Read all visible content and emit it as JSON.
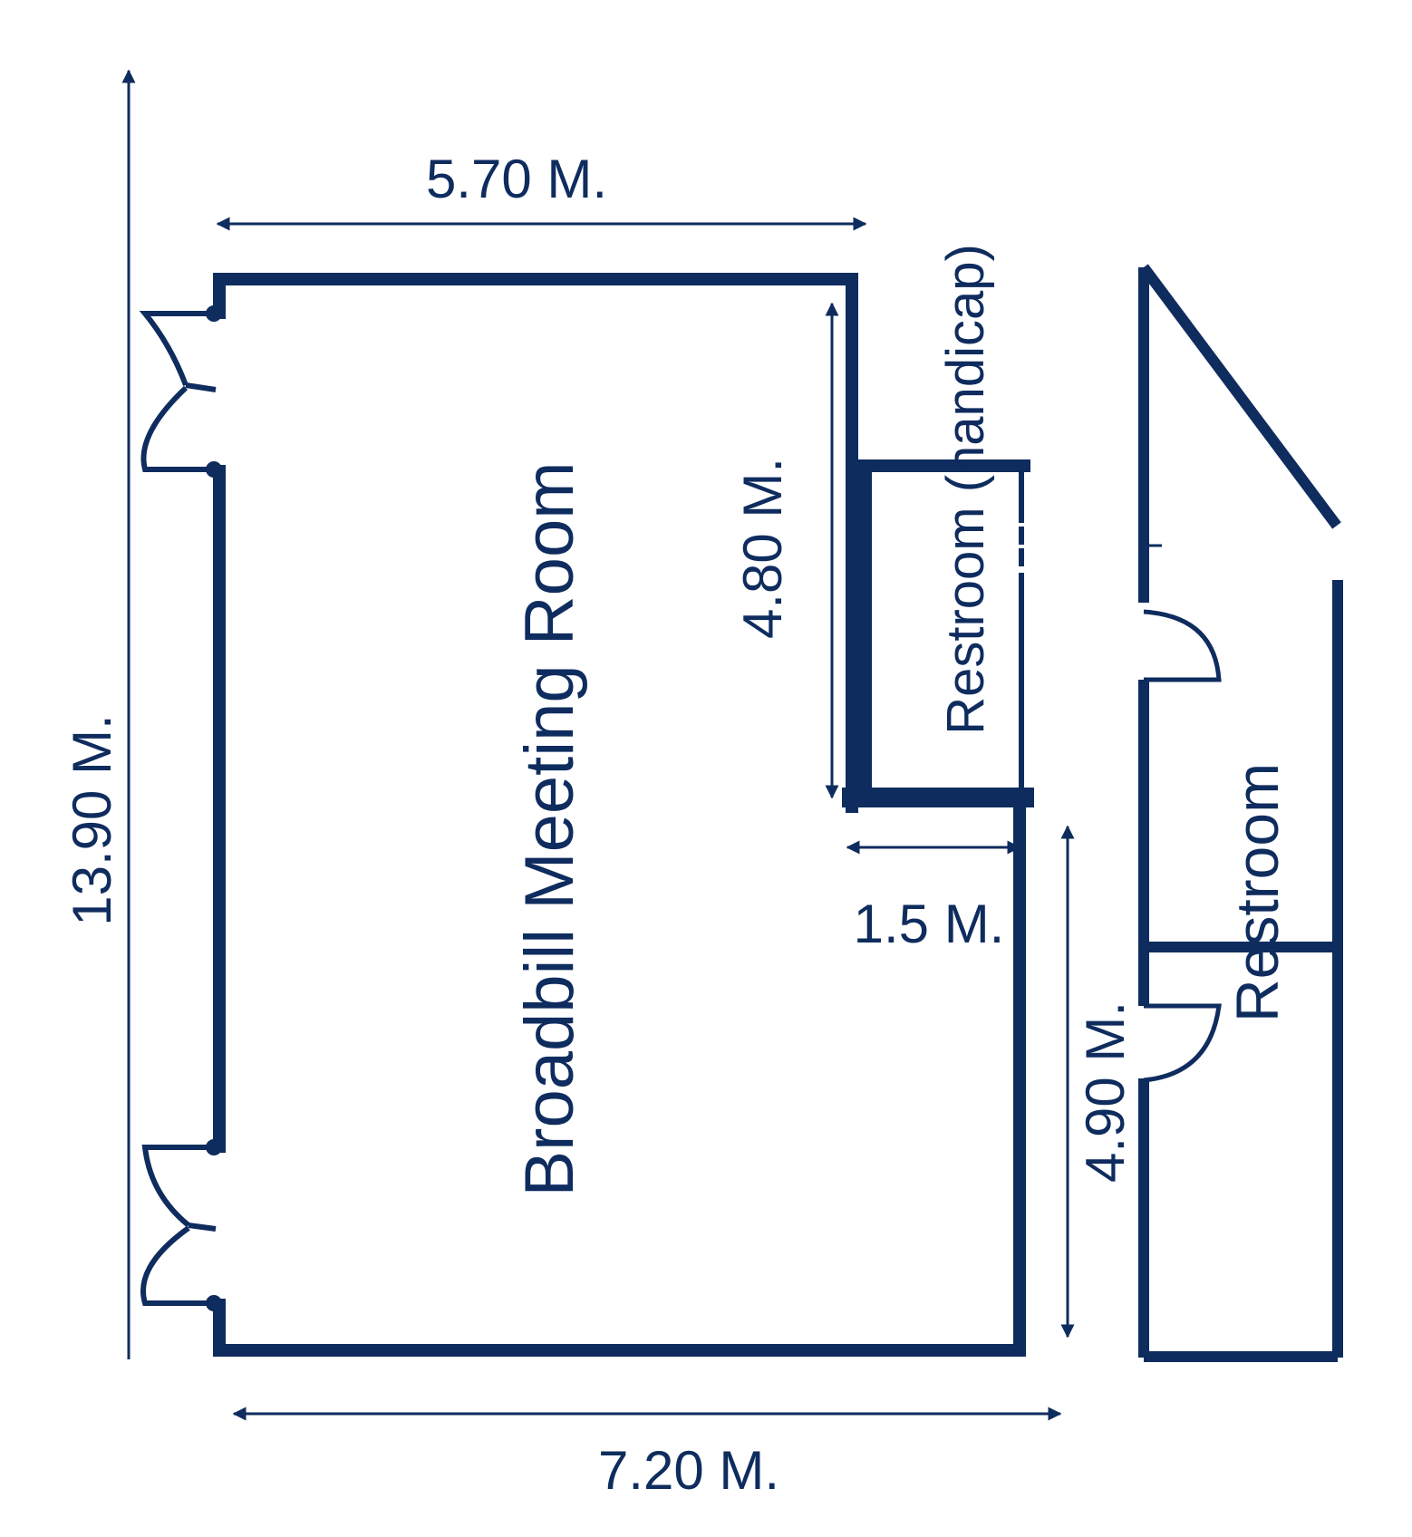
{
  "colors": {
    "ink": "#0f2c5e",
    "background": "#ffffff"
  },
  "rooms": {
    "meeting_room": "Broadbill Meeting Room",
    "restroom_handicap": "Restroom (handicap)",
    "restroom": "Restroom"
  },
  "dimensions": {
    "top_width": "5.70 M.",
    "bottom_width": "7.20 M.",
    "overall_height": "13.90 M.",
    "handicap_restroom_height": "4.80 M.",
    "handicap_restroom_width": "1.5 M.",
    "lower_right_height": "4.90 M."
  }
}
